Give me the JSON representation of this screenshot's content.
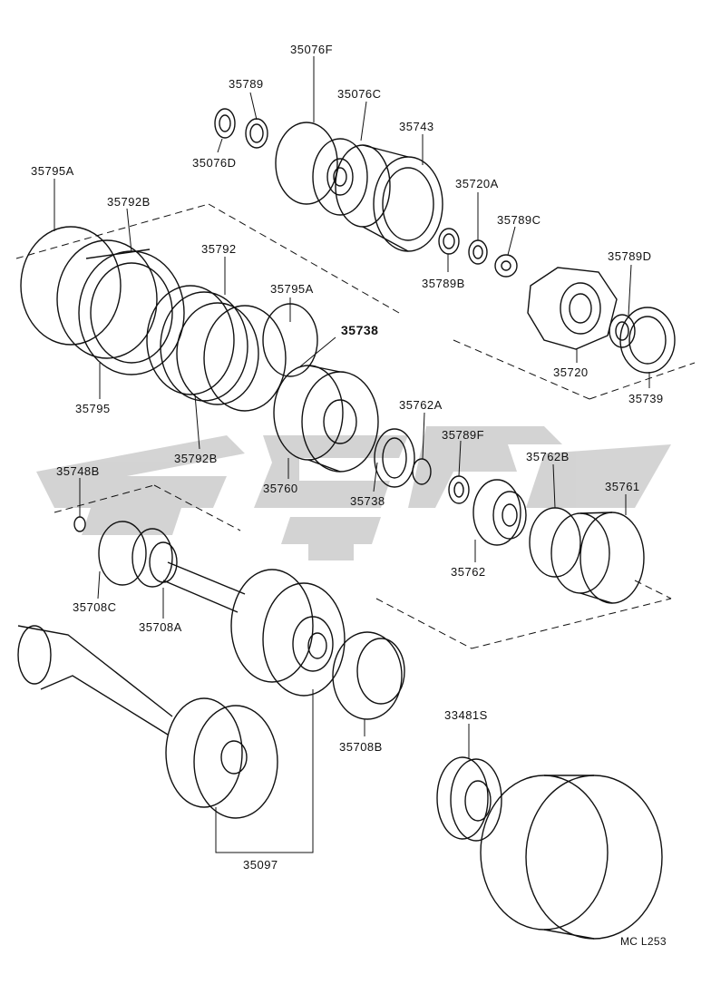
{
  "colors": {
    "line": "#111111",
    "watermark": "#c9c9c9",
    "paper": "#ffffff"
  },
  "parts": [
    {
      "id": "p35076F",
      "label": "35076F"
    },
    {
      "id": "p35789",
      "label": "35789"
    },
    {
      "id": "p35076C",
      "label": "35076C"
    },
    {
      "id": "p35743",
      "label": "35743"
    },
    {
      "id": "p35076D",
      "label": "35076D"
    },
    {
      "id": "p35795A_1",
      "label": "35795A"
    },
    {
      "id": "p35792B_1",
      "label": "35792B"
    },
    {
      "id": "p35720A",
      "label": "35720A"
    },
    {
      "id": "p35789C",
      "label": "35789C"
    },
    {
      "id": "p35792",
      "label": "35792"
    },
    {
      "id": "p35789D",
      "label": "35789D"
    },
    {
      "id": "p35795A_2",
      "label": "35795A"
    },
    {
      "id": "p35789B",
      "label": "35789B"
    },
    {
      "id": "p35738_bold",
      "label": "35738"
    },
    {
      "id": "p35720",
      "label": "35720"
    },
    {
      "id": "p35795",
      "label": "35795"
    },
    {
      "id": "p35739",
      "label": "35739"
    },
    {
      "id": "p35762A",
      "label": "35762A"
    },
    {
      "id": "p35789F",
      "label": "35789F"
    },
    {
      "id": "p35762B",
      "label": "35762B"
    },
    {
      "id": "p35792B_2",
      "label": "35792B"
    },
    {
      "id": "p35748B",
      "label": "35748B"
    },
    {
      "id": "p35761",
      "label": "35761"
    },
    {
      "id": "p35760",
      "label": "35760"
    },
    {
      "id": "p35738",
      "label": "35738"
    },
    {
      "id": "p35762",
      "label": "35762"
    },
    {
      "id": "p35708C",
      "label": "35708C"
    },
    {
      "id": "p35708A",
      "label": "35708A"
    },
    {
      "id": "p33481S",
      "label": "33481S"
    },
    {
      "id": "p35708B",
      "label": "35708B"
    },
    {
      "id": "p35097",
      "label": "35097"
    }
  ],
  "diagram_code": "MC L253"
}
